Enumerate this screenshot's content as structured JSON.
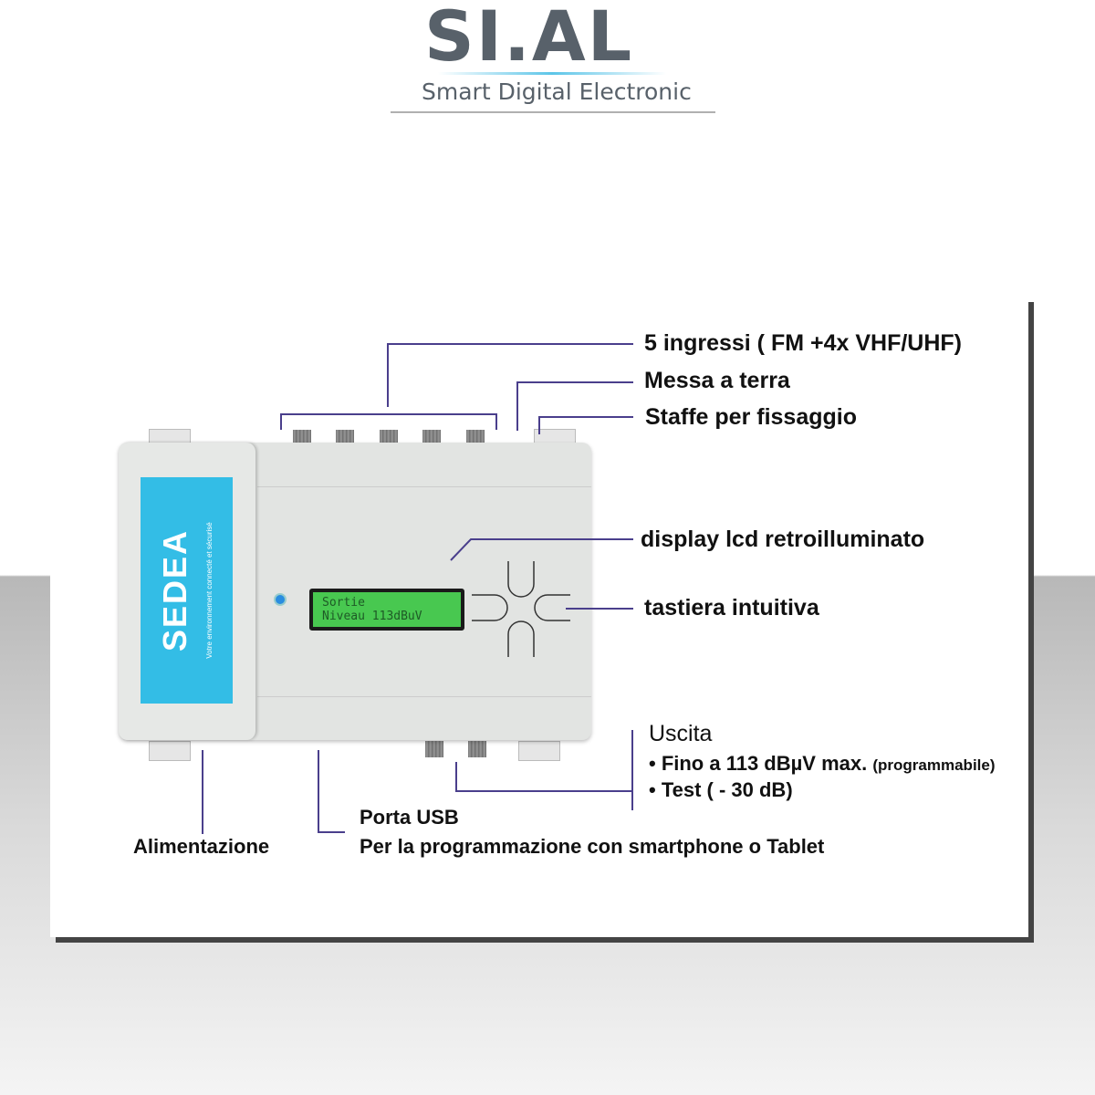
{
  "logo": {
    "name": "SI.AL",
    "tagline": "Smart Digital Electronic"
  },
  "device": {
    "brand": "SEDEA",
    "brand_tagline": "Votre environnement connecté et sécurisé",
    "lcd_line1": "Sortie",
    "lcd_line2": "Niveau 113dBuV"
  },
  "callouts": {
    "inputs": "5  ingressi ( FM +4x VHF/UHF)",
    "ground": "Messa a terra",
    "brackets": "Staffe per fissaggio",
    "display": "display lcd retroilluminato",
    "keypad": "tastiera intuitiva",
    "output_title": "Uscita",
    "output_1": "• Fino a 113 dBµV max.",
    "output_1_note": "(programmabile)",
    "output_2": "• Test ( - 30 dB)",
    "usb_title": "Porta USB",
    "usb_desc": "Per la programmazione con smartphone o Tablet",
    "power": "Alimentazione"
  },
  "colors": {
    "callout_line": "#4a3f8c",
    "brand_blue": "#33bde6",
    "lcd_green": "#48c850"
  }
}
